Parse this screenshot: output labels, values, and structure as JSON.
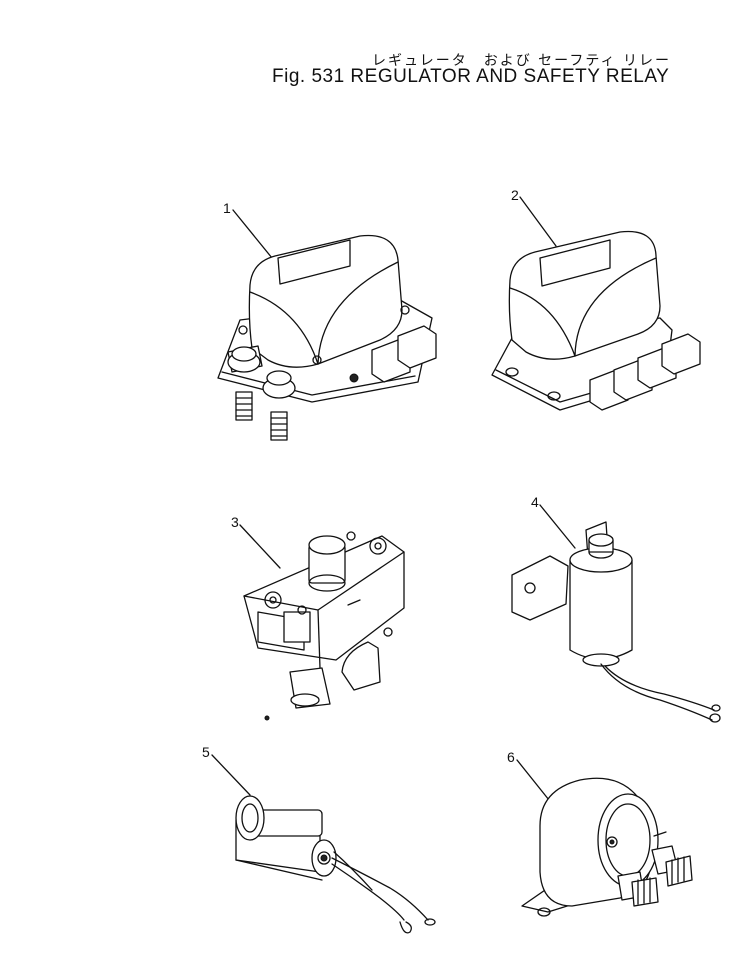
{
  "header": {
    "title_jp": "レギュレータ　および セーフティ リレー",
    "title_en": "Fig. 531  REGULATOR AND SAFETY RELAY"
  },
  "callouts": [
    "1",
    "2",
    "3",
    "4",
    "5",
    "6"
  ]
}
